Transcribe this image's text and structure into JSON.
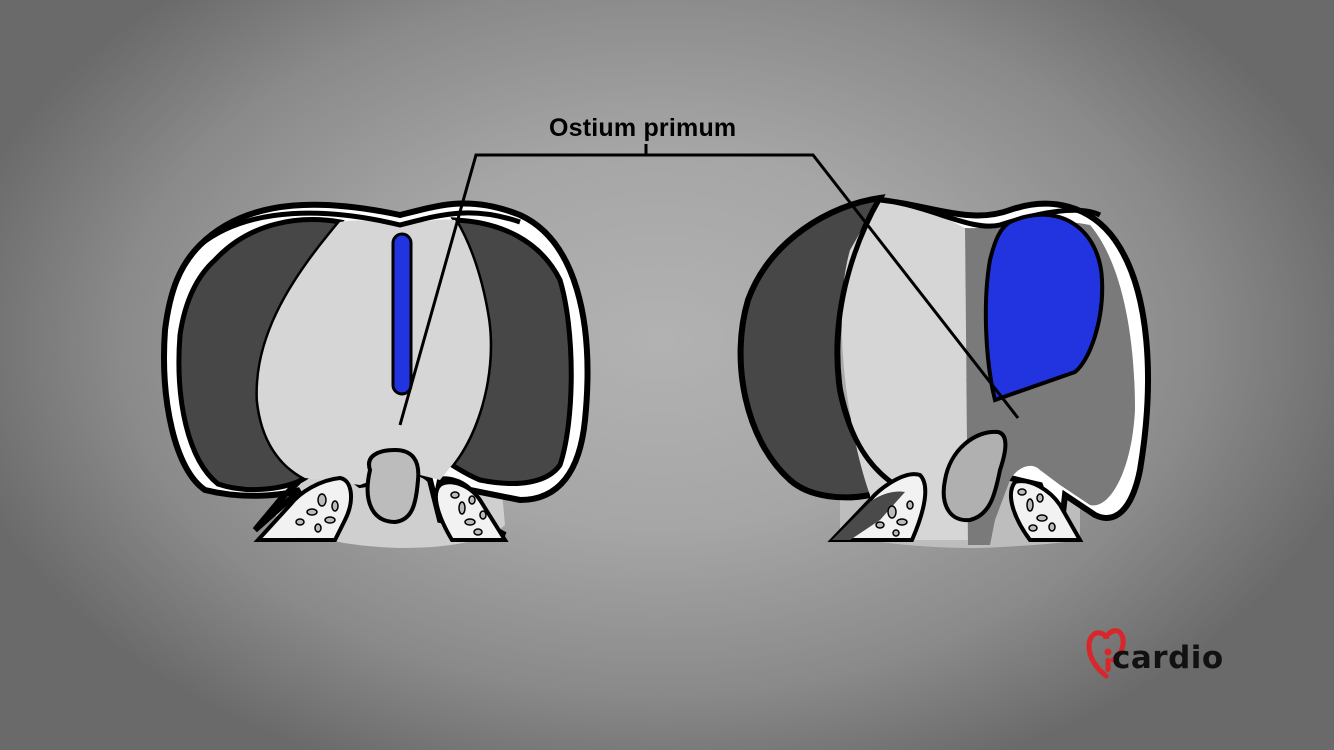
{
  "label": {
    "text": "Ostium primum"
  },
  "logo": {
    "text": "cardio",
    "brand_color": "#d8262b"
  },
  "colors": {
    "highlight_blue": "#2134e0",
    "outline": "#000000",
    "dark_chamber": "#474747",
    "light_chamber": "#d6d6d6",
    "mid_gray": "#7a7a7a"
  },
  "figures": [
    {
      "name": "left-heart-cross-section",
      "highlight": "ostium-primum-slit"
    },
    {
      "name": "right-heart-cross-section",
      "highlight": "ostium-primum-oval"
    }
  ]
}
